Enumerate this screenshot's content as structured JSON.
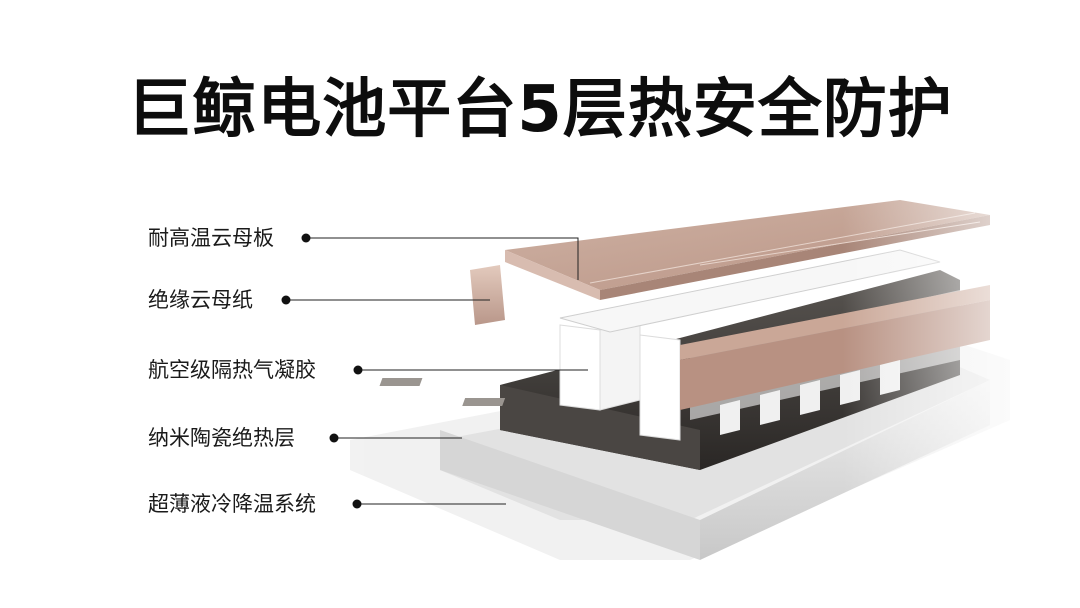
{
  "title": "巨鲸电池平台5层热安全防护",
  "layers": [
    {
      "label": "耐高温云母板"
    },
    {
      "label": "绝缘云母纸"
    },
    {
      "label": "航空级隔热气凝胶"
    },
    {
      "label": "纳米陶瓷绝热层"
    },
    {
      "label": "超薄液冷降温系统"
    }
  ],
  "colors": {
    "mica_board": "#c9a99a",
    "cell": "#3a3633",
    "tray": "#d9d9d9",
    "text": "#1a1a1a"
  }
}
